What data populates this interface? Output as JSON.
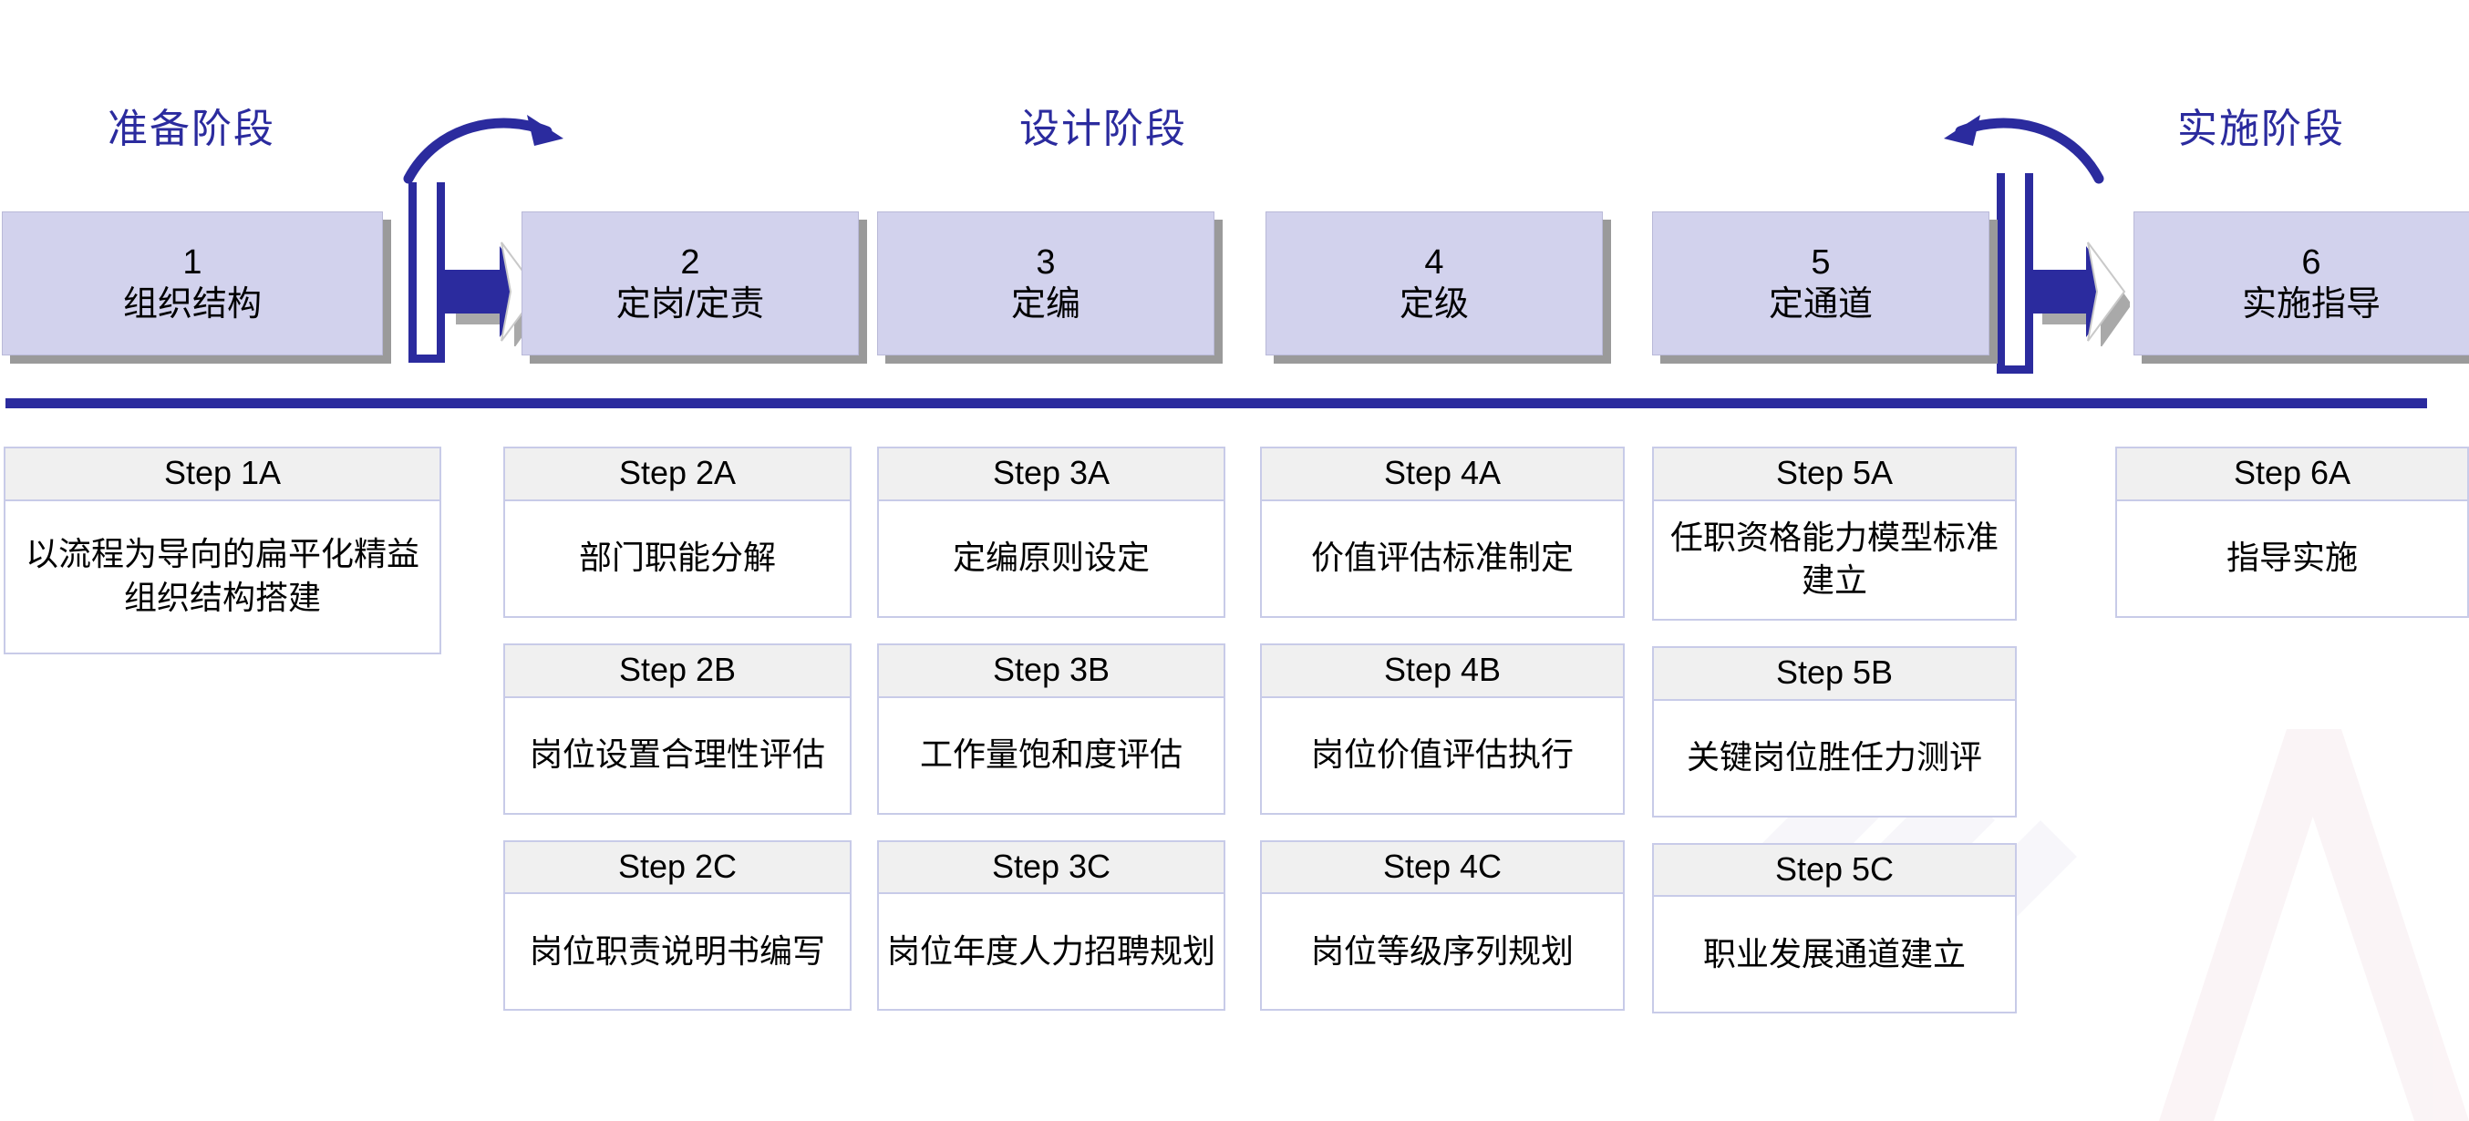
{
  "colors": {
    "phase_title": "#2b2b9e",
    "stage_box_fill": "#d2d2ed",
    "stage_box_shadow": "#9a9a9a",
    "divider": "#2b2b9e",
    "arrow_blue": "#2b2b9e",
    "card_header_bg": "#f0f0f0",
    "card_border": "#c8cbe8"
  },
  "phases": [
    {
      "id": "preparation",
      "label": "准备阶段"
    },
    {
      "id": "design",
      "label": "设计阶段"
    },
    {
      "id": "implementation",
      "label": "实施阶段"
    }
  ],
  "stages": [
    {
      "number": "1",
      "name": "组织结构"
    },
    {
      "number": "2",
      "name": "定岗/定责"
    },
    {
      "number": "3",
      "name": "定编"
    },
    {
      "number": "4",
      "name": "定级"
    },
    {
      "number": "5",
      "name": "定通道"
    },
    {
      "number": "6",
      "name": "实施指导"
    }
  ],
  "arrows": [
    {
      "id": "curved-arrow-forward",
      "direction": "right",
      "shape": "curved"
    },
    {
      "id": "curved-arrow-back",
      "direction": "left",
      "shape": "curved"
    },
    {
      "id": "block-arrow-1",
      "direction": "right",
      "shape": "block"
    },
    {
      "id": "block-arrow-2",
      "direction": "right",
      "shape": "block"
    }
  ],
  "step_columns": [
    {
      "stage": "1",
      "steps": [
        {
          "header": "Step 1A",
          "body": "以流程为导向的扁平化精益组织结构搭建",
          "lines": 3
        }
      ]
    },
    {
      "stage": "2",
      "steps": [
        {
          "header": "Step 2A",
          "body": "部门职能分解",
          "lines": 1
        },
        {
          "header": "Step 2B",
          "body": "岗位设置合理性评估",
          "lines": 2
        },
        {
          "header": "Step 2C",
          "body": "岗位职责说明书编写",
          "lines": 2
        }
      ]
    },
    {
      "stage": "3",
      "steps": [
        {
          "header": "Step 3A",
          "body": "定编原则设定",
          "lines": 1
        },
        {
          "header": "Step 3B",
          "body": "工作量饱和度评估",
          "lines": 2
        },
        {
          "header": "Step 3C",
          "body": "岗位年度人力招聘规划",
          "lines": 2
        }
      ]
    },
    {
      "stage": "4",
      "steps": [
        {
          "header": "Step 4A",
          "body": "价值评估标准制定",
          "lines": 2
        },
        {
          "header": "Step 4B",
          "body": "岗位价值评估执行",
          "lines": 2
        },
        {
          "header": "Step 4C",
          "body": "岗位等级序列规划",
          "lines": 2
        }
      ]
    },
    {
      "stage": "5",
      "steps": [
        {
          "header": "Step 5A",
          "body": "任职资格能力模型标准建立",
          "lines": 2
        },
        {
          "header": "Step 5B",
          "body": "关键岗位胜任力测评",
          "lines": 2
        },
        {
          "header": "Step 5C",
          "body": "职业发展通道建立",
          "lines": 2
        }
      ]
    },
    {
      "stage": "6",
      "steps": [
        {
          "header": "Step 6A",
          "body": "指导实施",
          "lines": 1
        }
      ]
    }
  ]
}
